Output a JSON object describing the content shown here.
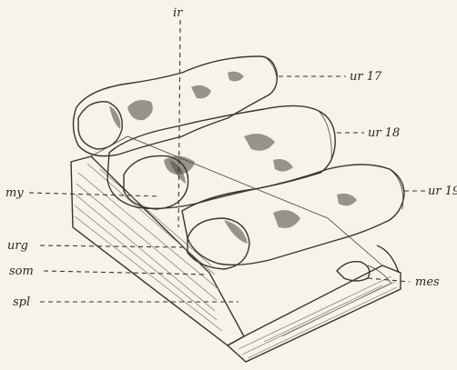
{
  "labels": {
    "ir": "ir",
    "ur17": "ur 17",
    "ur18": "ur 18",
    "ur19": "ur 19",
    "my": "my",
    "urg": "urg",
    "som": "som",
    "spl": "spl",
    "mes": "mes"
  },
  "colors": {
    "paper": "#f6f3ea",
    "ink": "#3a342c"
  }
}
